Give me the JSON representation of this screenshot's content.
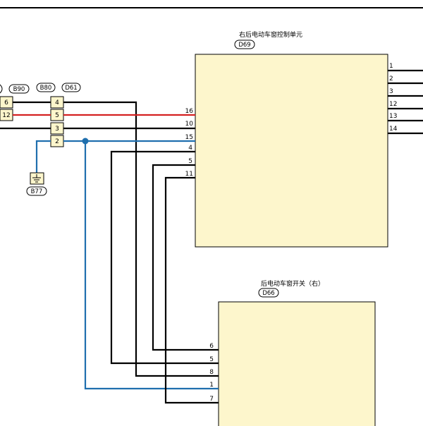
{
  "modules": {
    "control_unit": {
      "title": "右后电动车窗控制单元",
      "code": "D69"
    },
    "switch": {
      "title": "后电动车窗开关（右）",
      "code": "D66"
    }
  },
  "connectors": {
    "b90": "B90",
    "b80": "B80",
    "d61": "D61",
    "b77": "B77"
  },
  "terminals": {
    "b90": [
      "6",
      "12"
    ],
    "b80": [
      "4",
      "5",
      "3",
      "2"
    ]
  },
  "control_unit_pins": {
    "left": [
      "16",
      "10",
      "15",
      "4",
      "5",
      "11"
    ],
    "right": [
      "1",
      "2",
      "3",
      "12",
      "13",
      "14"
    ]
  },
  "switch_pins": [
    "6",
    "5",
    "8",
    "1",
    "7"
  ],
  "colors": {
    "black": "#000000",
    "red": "#d42020",
    "blue": "#1f6fae",
    "module_fill": "#fdf6cc"
  }
}
